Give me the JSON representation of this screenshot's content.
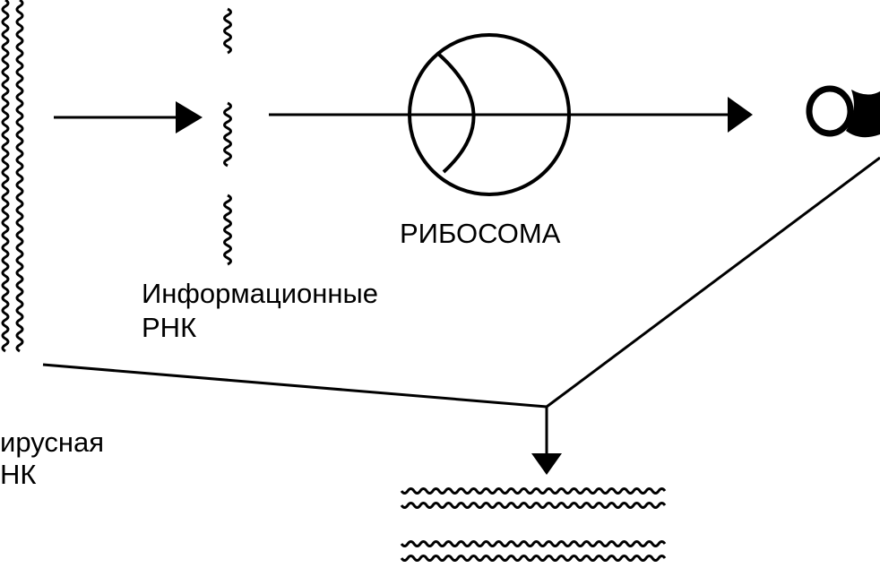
{
  "labels": {
    "ribosome": "РИБОСОМА",
    "mrna_line1": "Информационные",
    "mrna_line2": "РНК",
    "viral_rna_line1": "ирусная",
    "viral_rna_line2": "НК"
  },
  "colors": {
    "ink": "#000000",
    "background": "#ffffff"
  }
}
